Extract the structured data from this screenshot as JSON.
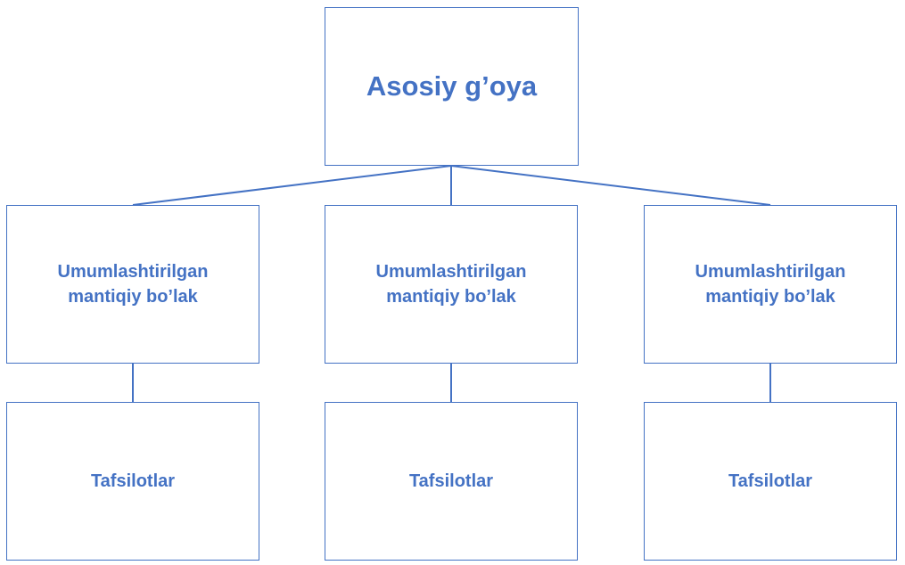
{
  "diagram": {
    "root": {
      "label": "Asosiy g’oya"
    },
    "branches": [
      {
        "label": "Umumlashtirilgan mantiqiy bo’lak",
        "detail": "Tafsilotlar"
      },
      {
        "label": "Umumlashtirilgan mantiqiy bo’lak",
        "detail": "Tafsilotlar"
      },
      {
        "label": "Umumlashtirilgan mantiqiy bo’lak",
        "detail": "Tafsilotlar"
      }
    ]
  },
  "colors": {
    "accent": "#4472c4",
    "background": "#ffffff"
  }
}
